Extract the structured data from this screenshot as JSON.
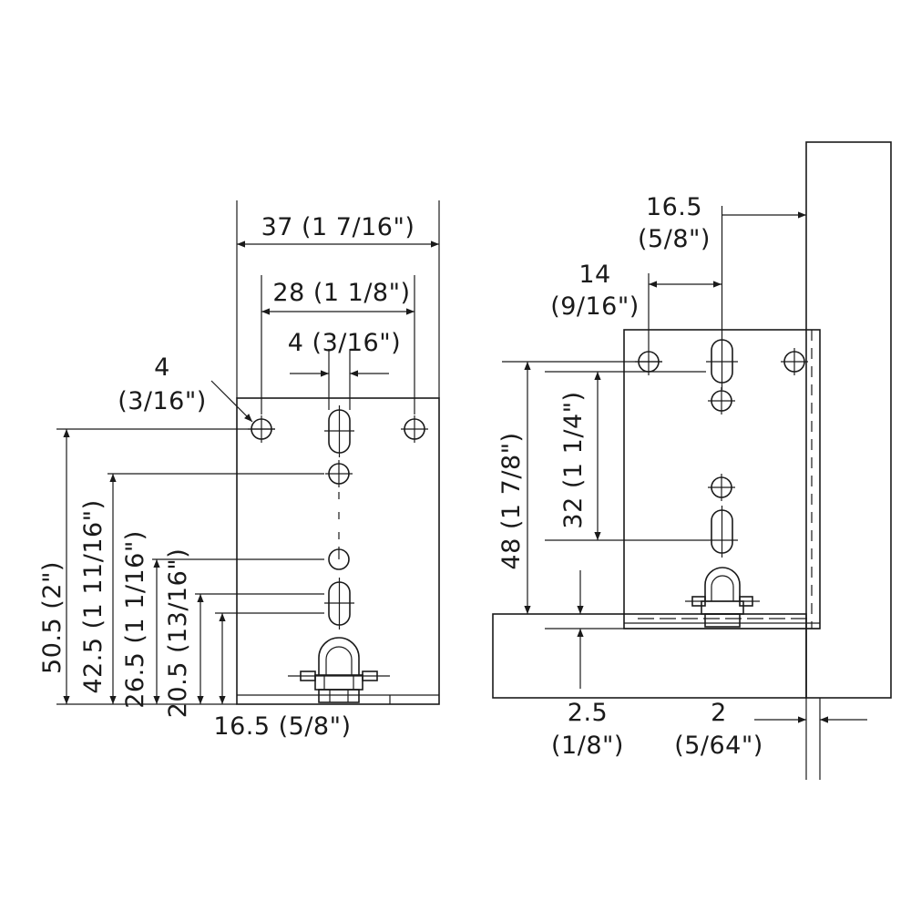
{
  "left_view": {
    "dims": {
      "overall_width": "37 (1 7/16\")",
      "hole_spacing": "28 (1 1/8\")",
      "slot_width": "4 (3/16\")",
      "hole_diameter_value": "4",
      "hole_diameter_inch": "(3/16\")",
      "height_total": "50.5 (2\")",
      "height_2": "42.5 (1 11/16\")",
      "height_3": "26.5 (1 1/16\")",
      "height_4": "20.5 (13/16\")",
      "bottom_offset": "16.5 (5/8\")"
    }
  },
  "right_view": {
    "dims": {
      "edge_offset_value": "16.5",
      "edge_offset_inch": "(5/8\")",
      "hole_offset_value": "14",
      "hole_offset_inch": "(9/16\")",
      "height_total": "48 (1 7/8\")",
      "slot_spacing": "32 (1 1/4\")",
      "plate_thickness_value": "2.5",
      "plate_thickness_inch": "(1/8\")",
      "gap_value": "2",
      "gap_inch": "(5/64\")"
    }
  }
}
